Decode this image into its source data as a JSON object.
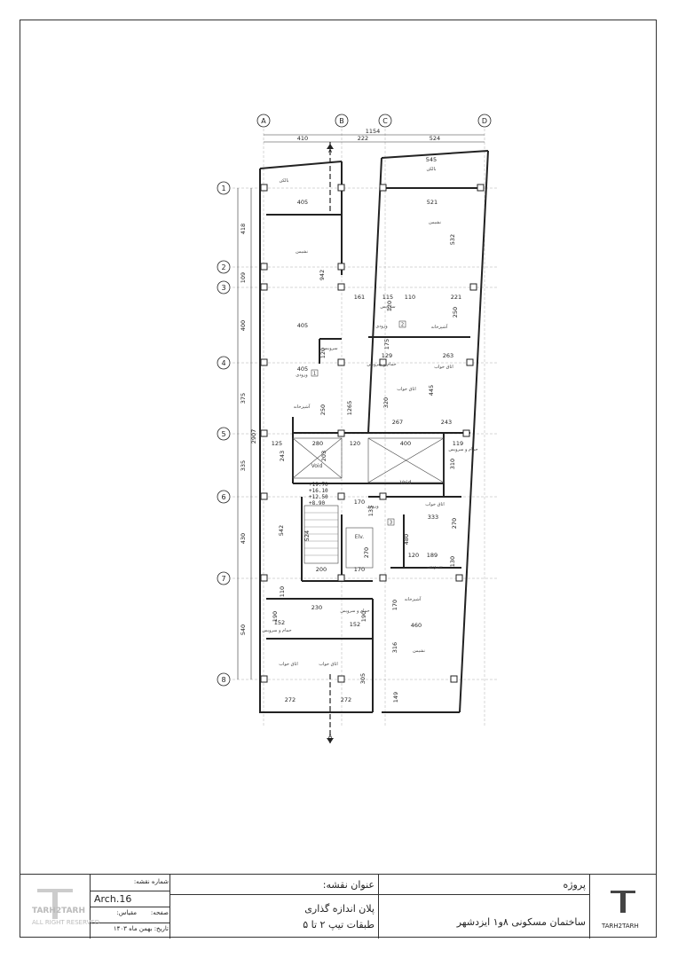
{
  "grid": {
    "columns": [
      "A",
      "B",
      "C",
      "D"
    ],
    "rows": [
      "1",
      "2",
      "3",
      "4",
      "5",
      "6",
      "7",
      "8"
    ]
  },
  "dimensions": {
    "overall": "1154",
    "bays": [
      "410",
      "222",
      "524"
    ],
    "row_bays": [
      "418",
      "109",
      "400",
      "375",
      "335",
      "430",
      "540"
    ],
    "total_depth": "2907",
    "interior": [
      "545",
      "521",
      "532",
      "405",
      "942",
      "405",
      "161",
      "115",
      "120",
      "110",
      "221",
      "250",
      "175",
      "129",
      "263",
      "445",
      "405",
      "120",
      "250",
      "320",
      "267",
      "243",
      "125",
      "280",
      "120",
      "400",
      "119",
      "243",
      "203",
      "310",
      "1265",
      "170",
      "135",
      "333",
      "270",
      "524",
      "200",
      "270",
      "170",
      "542",
      "480",
      "120",
      "189",
      "130",
      "170",
      "110",
      "230",
      "190",
      "190",
      "152",
      "152",
      "460",
      "305",
      "316",
      "272",
      "272",
      "149"
    ],
    "levels": [
      "+19.70",
      "+16.10",
      "+12.50",
      "+8.90"
    ]
  },
  "labels": {
    "balcony": "بالکن",
    "living": "نشیمن",
    "kitchen": "آشپزخانه",
    "bedroom": "اتاق خواب",
    "bath": "حمام و سرویس",
    "wc": "سرویس",
    "entrance": "ورودی",
    "void": "Void",
    "elevator": "Elv.",
    "unit1": "1",
    "unit2": "2",
    "unit3": "3",
    "section": "A"
  },
  "title_block": {
    "project_label": "پروژه",
    "project_name": "ساختمان مسکونی ۸و۱ ایزدشهر",
    "drawing_title_label": "عنوان نقشه:",
    "drawing_title_line1": "پلان اندازه گذاری",
    "drawing_title_line2": "طبقات تیپ ۲ تا ۵",
    "drawing_number_label": "شماره نقشه:",
    "drawing_number": "Arch.16",
    "scale_label": "مقیاس:",
    "page_label": "صفحه:",
    "date_label": "تاریخ:",
    "date": "بهمن ماه ۱۴۰۳",
    "brand": "TARH2TARH",
    "watermark1": "TARH2TARH",
    "watermark2": "ALL RIGHT RESERVED"
  }
}
